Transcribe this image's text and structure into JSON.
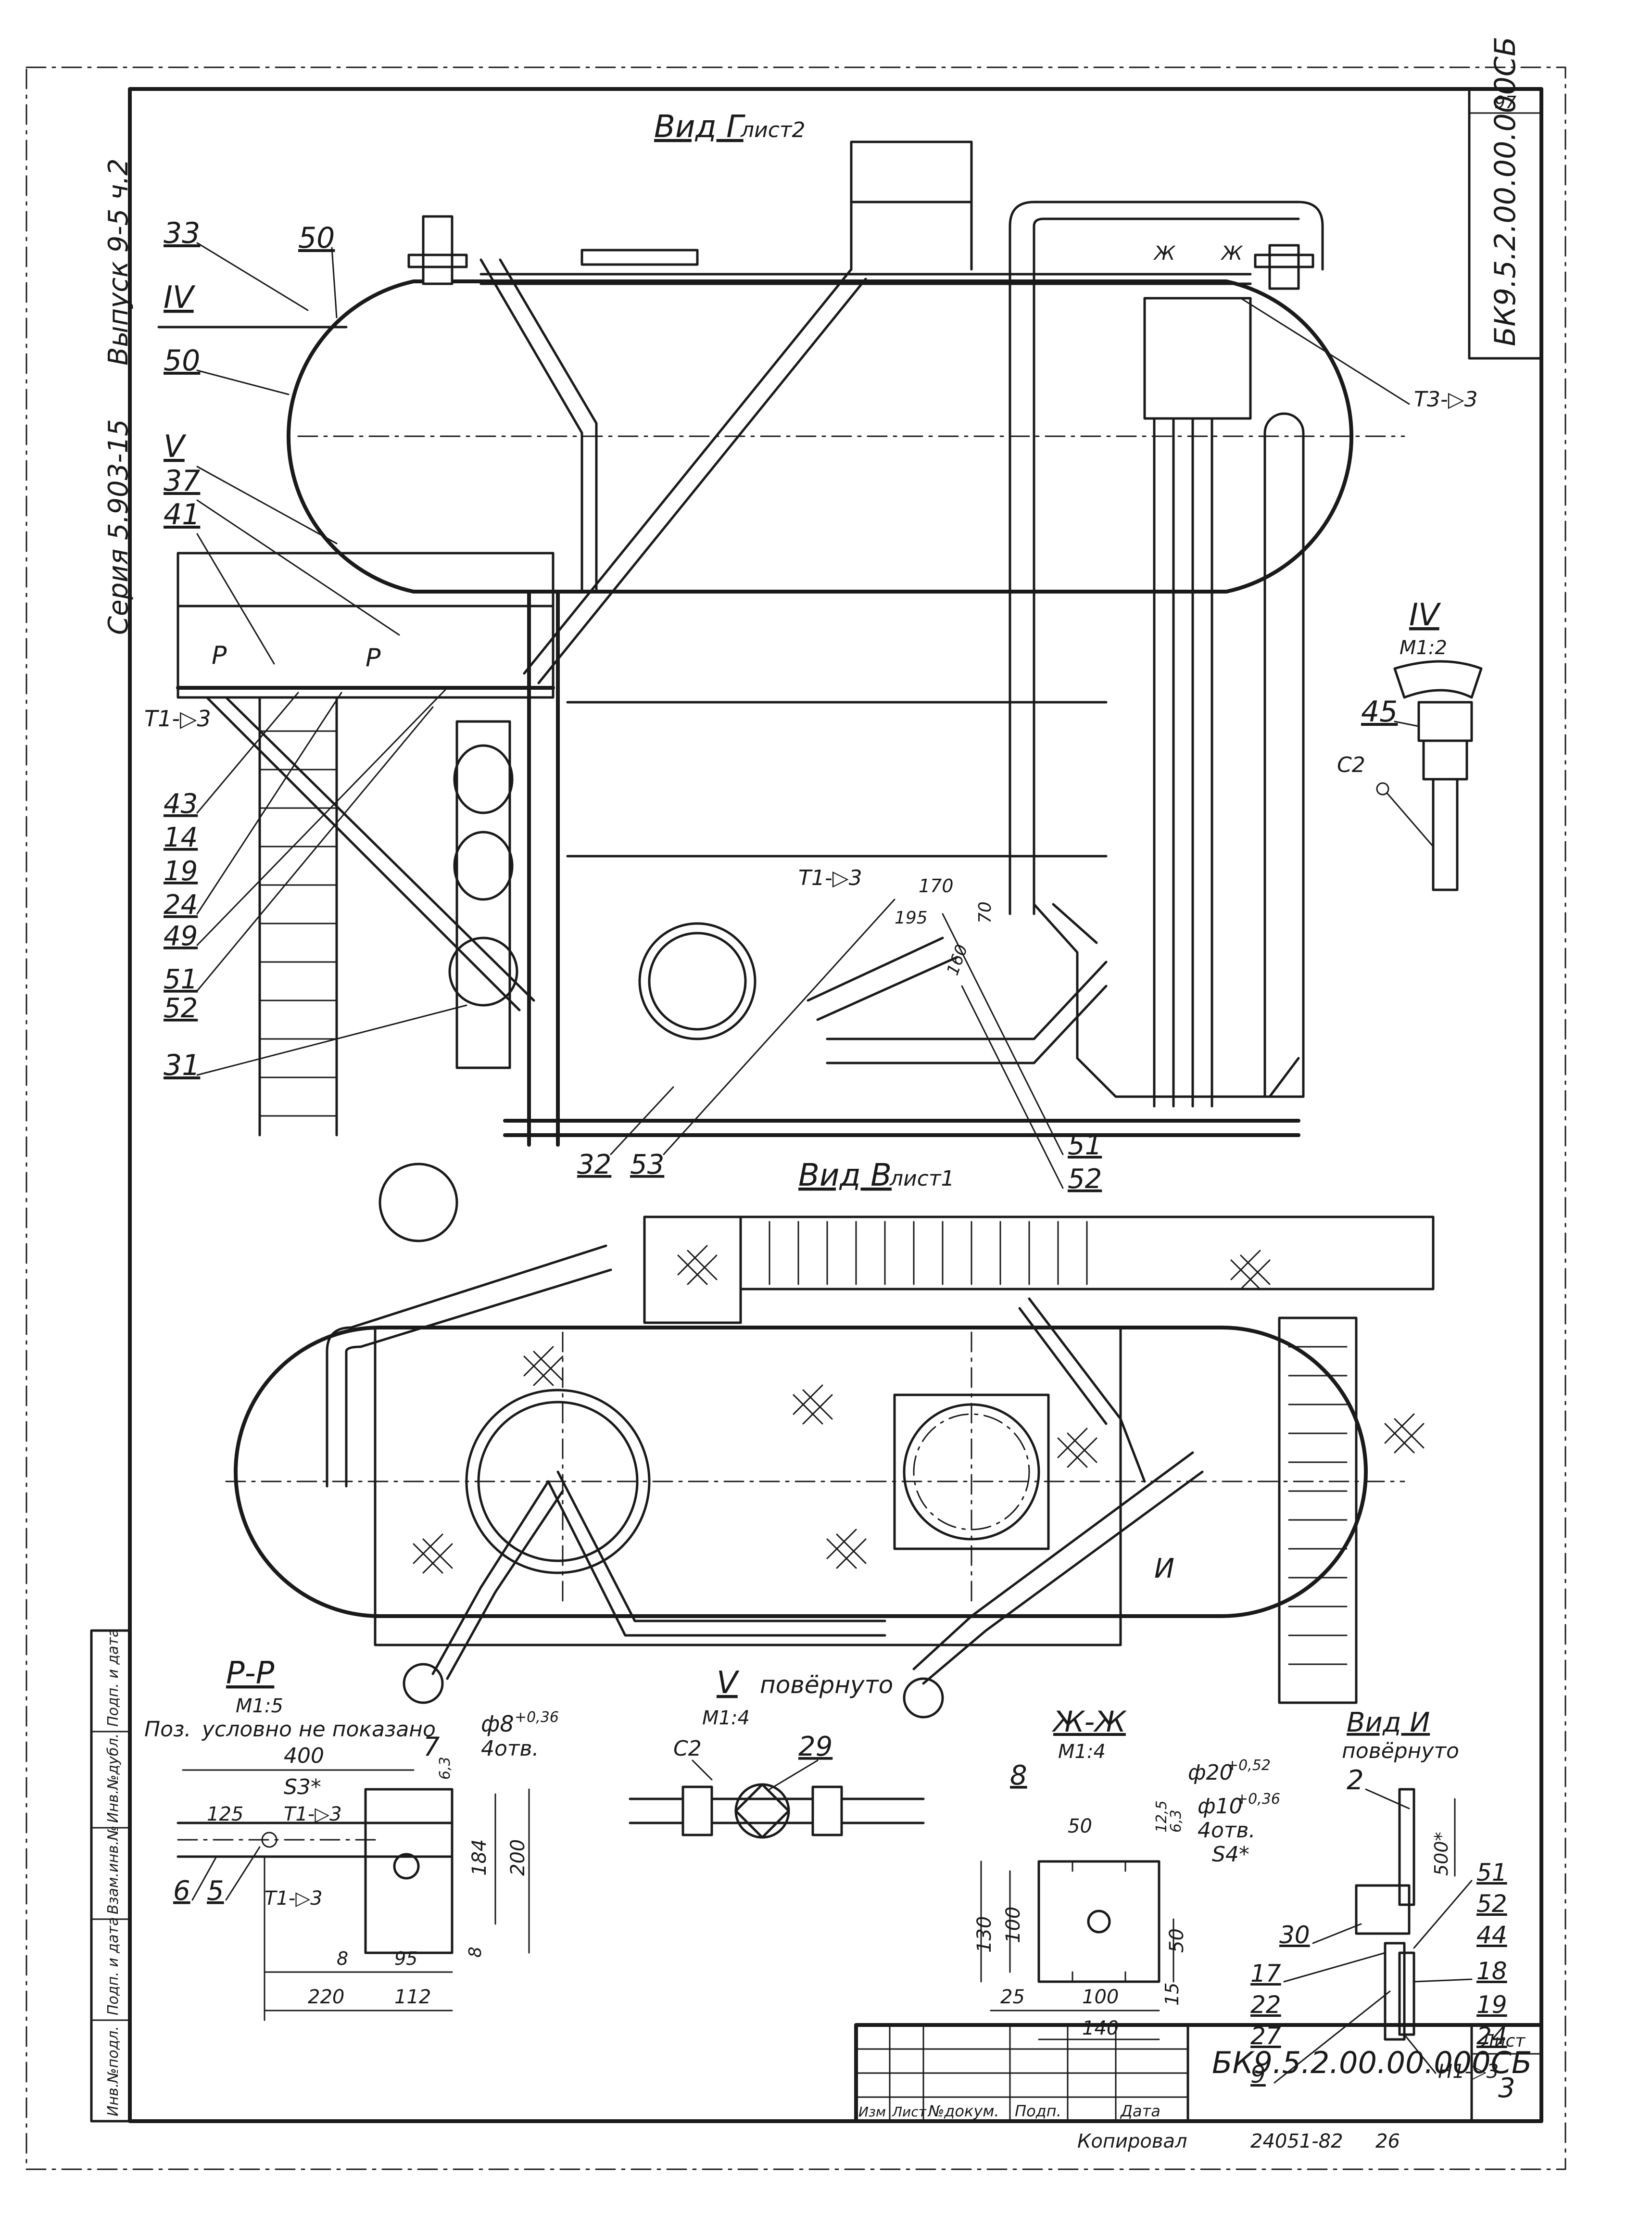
{
  "sheet_number": "97",
  "document_code": "БК9.5.2.00.00.000СБ",
  "side_texts": {
    "series": "Серия 5.903-15",
    "issue": "Выпуск 9-5 ч.2"
  },
  "views": {
    "top_title": "Вид Г",
    "top_title_ref": "лист2",
    "bottom_title": "Вид В",
    "bottom_title_ref": "лист1",
    "section_iv_label": "IV",
    "section_iv_scale": "М1:2",
    "section_pp_label": "Р-Р",
    "section_pp_scale": "М1:5",
    "section_v_label": "V",
    "section_v_note": "повёрнуто",
    "section_v_scale": "М1:4",
    "section_zh_label": "Ж-Ж",
    "section_zh_scale": "М1:4",
    "view_i_label": "Вид И",
    "view_i_note": "повёрнуто"
  },
  "notes": {
    "pos_note": "Поз.",
    "not_shown": "условно не показано"
  },
  "callouts": {
    "c33": "33",
    "c50a": "50",
    "c50b": "50",
    "civ": "IV",
    "cv": "V",
    "c37": "37",
    "c41": "41",
    "c43": "43",
    "c14": "14",
    "c19": "19",
    "c24": "24",
    "c49": "49",
    "c51a": "51",
    "c52a": "52",
    "c31": "31",
    "c32": "32",
    "c53": "53",
    "c51b": "51",
    "c52b": "52",
    "c45": "45",
    "c29": "29",
    "c8": "8",
    "c7": "7",
    "c6": "6",
    "c5": "5",
    "c2": "2",
    "c30": "30",
    "c17": "17",
    "c22": "22",
    "c27": "27",
    "c9": "9",
    "c51c": "51",
    "c52c": "52",
    "c44": "44",
    "c18": "18",
    "c19b": "19",
    "c24b": "24",
    "p1": "Р",
    "p2": "Р",
    "i_mark": "И",
    "zh1": "Ж",
    "zh2": "Ж"
  },
  "welds": {
    "t1_a": "Т1-▷3",
    "t3": "Т3-▷3",
    "t1_b": "Т1-▷3",
    "t1_c": "Т1-▷3",
    "t1_d": "Т1-▷3",
    "h1": "Н1-▷3",
    "c2a": "С2",
    "c2b": "С2"
  },
  "dimensions": {
    "d170": "170",
    "d70": "70",
    "d195": "195",
    "d160": "160",
    "d400": "400",
    "d125": "125",
    "s3": "S3*",
    "d184": "184",
    "d200": "200",
    "d8a": "8",
    "d95": "95",
    "d8b": "8",
    "d220": "220",
    "d112": "112",
    "phi8": "ф8",
    "phi8_tol": "+0,36",
    "holes4a": "4отв.",
    "r63a": "6,3",
    "phi20": "ф20",
    "phi20_tol": "+0,52",
    "phi10": "ф10",
    "phi10_tol": "+0,36",
    "holes4b": "4отв.",
    "s4": "S4*",
    "d50a": "50",
    "d125b": "12,5",
    "r63b": "6,3",
    "d130": "130",
    "d100a": "100",
    "d50b": "50",
    "d25": "25",
    "d100b": "100",
    "d15": "15",
    "d140": "140",
    "d500": "500*"
  },
  "title_block": {
    "code": "БК9.5.2.00.00.000СБ",
    "sheet_label": "Лист",
    "sheet_no": "3",
    "col_izm": "Изм",
    "col_list": "Лист",
    "col_doc": "№докум.",
    "col_podp": "Подп.",
    "col_date": "Дата",
    "copied": "Копировал",
    "order": "24051-82",
    "order_no": "26"
  },
  "left_strip": {
    "inv": "Инв.№подл.",
    "podp_date": "Подп. и дата",
    "vzam": "Взам.инв.№",
    "inv_dubl": "Инв.№дубл.",
    "podp_date2": "Подп. и дата"
  }
}
